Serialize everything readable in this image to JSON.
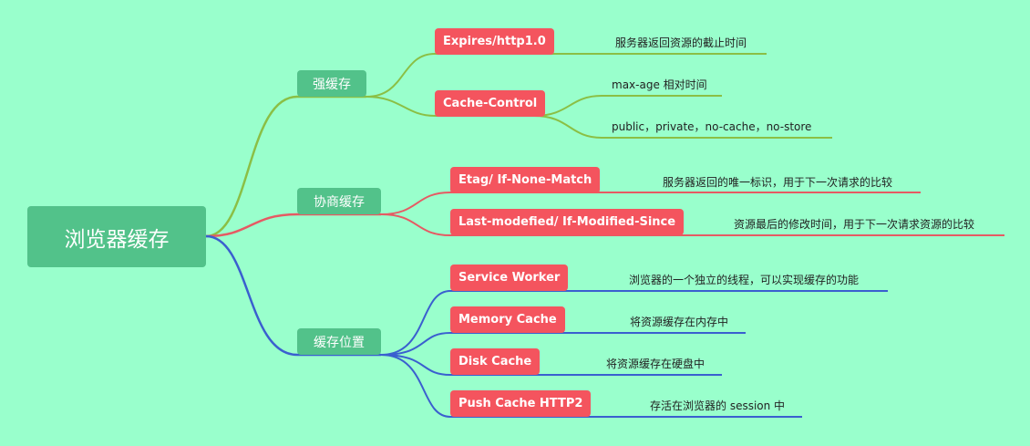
{
  "root": {
    "label": "浏览器缓存"
  },
  "colors": {
    "background": "#99ffcc",
    "node_green": "#52c28a",
    "leaf_red": "#f4545e",
    "branch_strong": "#8bbf45",
    "branch_negotiated": "#e65a63",
    "branch_location": "#3a5fcf"
  },
  "categories": [
    {
      "label": "强缓存",
      "items": [
        {
          "label": "Expires/http1.0",
          "notes": [
            "服务器返回资源的截止时间"
          ]
        },
        {
          "label": "Cache-Control",
          "notes": [
            "max-age 相对时间",
            "public，private，no-cache，no-store"
          ]
        }
      ]
    },
    {
      "label": "协商缓存",
      "items": [
        {
          "label": "Etag/ If-None-Match",
          "notes": [
            "服务器返回的唯一标识，用于下一次请求的比较"
          ]
        },
        {
          "label": "Last-modefied/ If-Modified-Since",
          "notes": [
            "资源最后的修改时间，用于下一次请求资源的比较"
          ]
        }
      ]
    },
    {
      "label": "缓存位置",
      "items": [
        {
          "label": "Service Worker",
          "notes": [
            "浏览器的一个独立的线程，可以实现缓存的功能"
          ]
        },
        {
          "label": "Memory Cache",
          "notes": [
            "将资源缓存在内存中"
          ]
        },
        {
          "label": "Disk Cache",
          "notes": [
            "将资源缓存在硬盘中"
          ]
        },
        {
          "label": "Push Cache HTTP2",
          "notes": [
            "存活在浏览器的 session 中"
          ]
        }
      ]
    }
  ]
}
